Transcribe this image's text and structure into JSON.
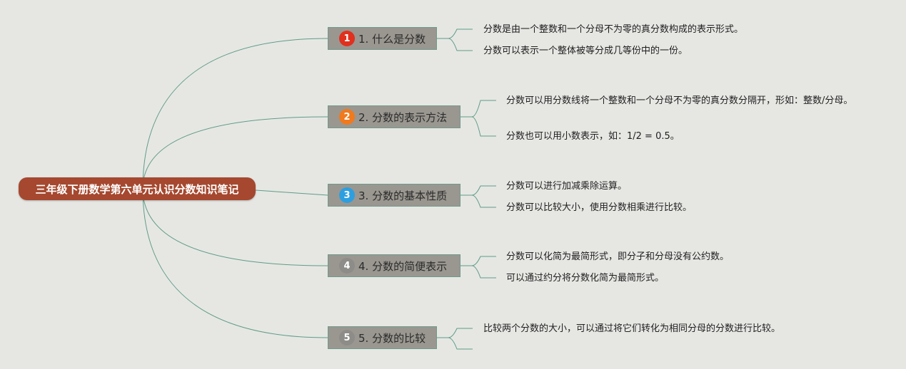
{
  "root": {
    "title": "三年级下册数学第六单元认识分数知识笔记",
    "color": "#a5482f"
  },
  "branches": [
    {
      "number": "1",
      "label": "1. 什么是分数",
      "badge_color": "#e0301e",
      "items": [
        "分数是由一个整数和一个分母不为零的真分数构成的表示形式。",
        "分数可以表示一个整体被等分成几等份中的一份。"
      ]
    },
    {
      "number": "2",
      "label": "2. 分数的表示方法",
      "badge_color": "#f07a1d",
      "items": [
        "分数可以用分数线将一个整数和一个分母不为零的真分数分隔开，形如：整数/分母。",
        "分数也可以用小数表示，如：1/2 = 0.5。"
      ]
    },
    {
      "number": "3",
      "label": "3. 分数的基本性质",
      "badge_color": "#2d9fe0",
      "items": [
        "分数可以进行加减乘除运算。",
        "分数可以比较大小，使用分数相乘进行比较。"
      ]
    },
    {
      "number": "4",
      "label": "4. 分数的简便表示",
      "badge_color": "#8e8c88",
      "items": [
        "分数可以化简为最简形式，即分子和分母没有公约数。",
        "可以通过约分将分数化简为最简形式。"
      ]
    },
    {
      "number": "5",
      "label": "5. 分数的比较",
      "badge_color": "#8e8c88",
      "items": [
        "比较两个分数的大小，可以通过将它们转化为相同分母的分数进行比较。",
        ""
      ]
    }
  ],
  "colors": {
    "background": "#e6e7e3",
    "link": "#5f9c8a",
    "topic_fill": "#9a9790"
  }
}
